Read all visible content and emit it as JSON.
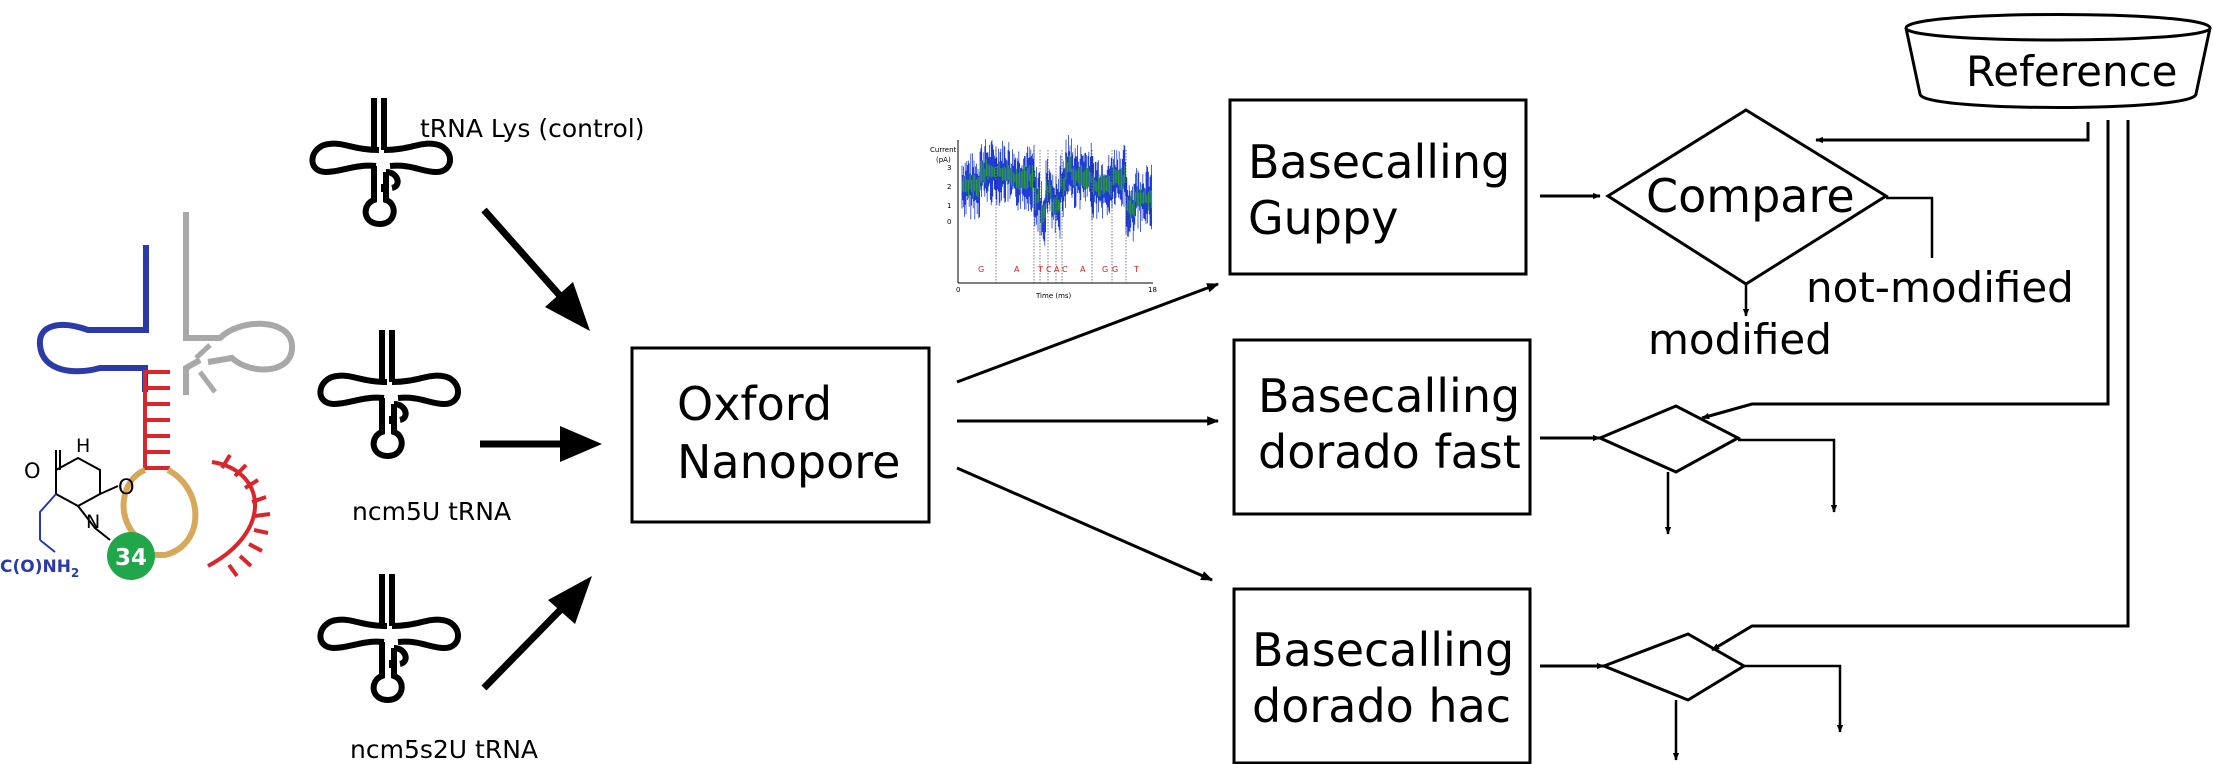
{
  "trna_labels": {
    "control": "tRNA Lys (control)",
    "ncm5u": "ncm5U tRNA",
    "ncm5s2u": "ncm5s2U tRNA"
  },
  "molecule": {
    "substituent": "C(O)NH",
    "subscript": "2",
    "nh": "H",
    "n": "N",
    "o_top": "O",
    "o_right": "O",
    "position": "34"
  },
  "nanopore": {
    "line1": "Oxford",
    "line2": "Nanopore"
  },
  "signal_plot": {
    "ylabel1": "Current",
    "ylabel2": "(pA)",
    "yticks": [
      "3",
      "2",
      "1",
      "0"
    ],
    "xlabel": "Time (ms)",
    "xticks": [
      "0",
      "18"
    ],
    "bases": [
      "G",
      "A",
      "T",
      "C",
      "A",
      "C",
      "A",
      "G",
      "G",
      "T"
    ]
  },
  "basecallers": [
    {
      "line1": "Basecalling",
      "line2": "Guppy"
    },
    {
      "line1": "Basecalling",
      "line2": "dorado fast"
    },
    {
      "line1": "Basecalling",
      "line2": "dorado hac"
    }
  ],
  "reference": "Reference",
  "compare": "Compare",
  "outcomes": {
    "modified": "modified",
    "not_modified": "not-modified"
  },
  "colors": {
    "blue_arm": "#2a3aa8",
    "gray_arm": "#a8a8a8",
    "red_pairs": "#d8262a",
    "gold_loop": "#d8a85a",
    "green_circle": "#21a64a",
    "signal_blue": "#1f3cd8",
    "signal_green": "#2ea62e"
  }
}
